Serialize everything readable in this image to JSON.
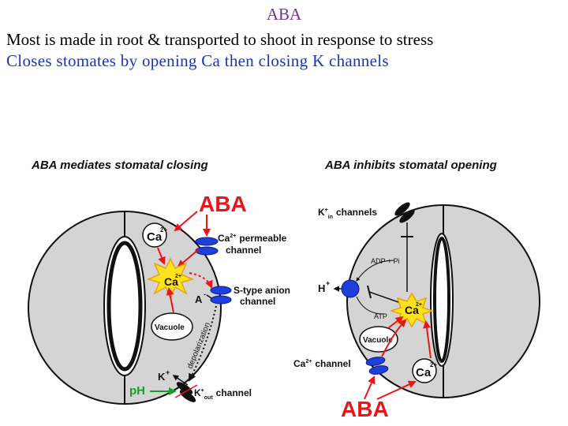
{
  "slide": {
    "title": "ABA",
    "line1": "Most is made in root & transported to shoot in response to stress",
    "line2": "Closes stomates by opening Ca then closing K channels"
  },
  "left_panel": {
    "heading": "ABA mediates stomatal closing",
    "aba": "ABA",
    "ca_symbol": "Ca",
    "ca_charge": "2+",
    "ca_channel_label_1": "Ca",
    "ca_channel_label_sup": "2+",
    "ca_channel_label_1b": "permeable",
    "ca_channel_label_2": "channel",
    "anion_label_1": "S-type anion",
    "anion_label_2": "channel",
    "anion": "A",
    "anion_charge": "-",
    "vacuole": "Vacuole",
    "depolarization": "depolarization",
    "k_ion": "K",
    "k_charge": "+",
    "ph": "pH",
    "k_out_label": "K",
    "k_out_sup": "+",
    "k_out_sub": "out",
    "k_out_label_2": "channel"
  },
  "right_panel": {
    "heading": "ABA inhibits stomatal opening",
    "k_in_label": "K",
    "k_in_sup": "+",
    "k_in_sub": "in",
    "k_in_label_2": "channels",
    "adp": "ADP + Pi",
    "h_pump": "H",
    "h_charge": "+",
    "atp": "ATP",
    "ca_symbol": "Ca",
    "ca_charge": "2+",
    "vacuole": "Vacuole",
    "ca_channel_label": "Ca",
    "ca_channel_sup": "2+",
    "ca_channel_label_2": "channel",
    "aba": "ABA"
  },
  "colors": {
    "title": "#7a2a9a",
    "line2": "#1a35b8",
    "aba_red": "#e8151b",
    "channel_blue": "#1f3fdc",
    "cell_fill": "#d4d4d4",
    "ph_green": "#1c9a2e",
    "burst_yellow": "#ffe21c"
  }
}
